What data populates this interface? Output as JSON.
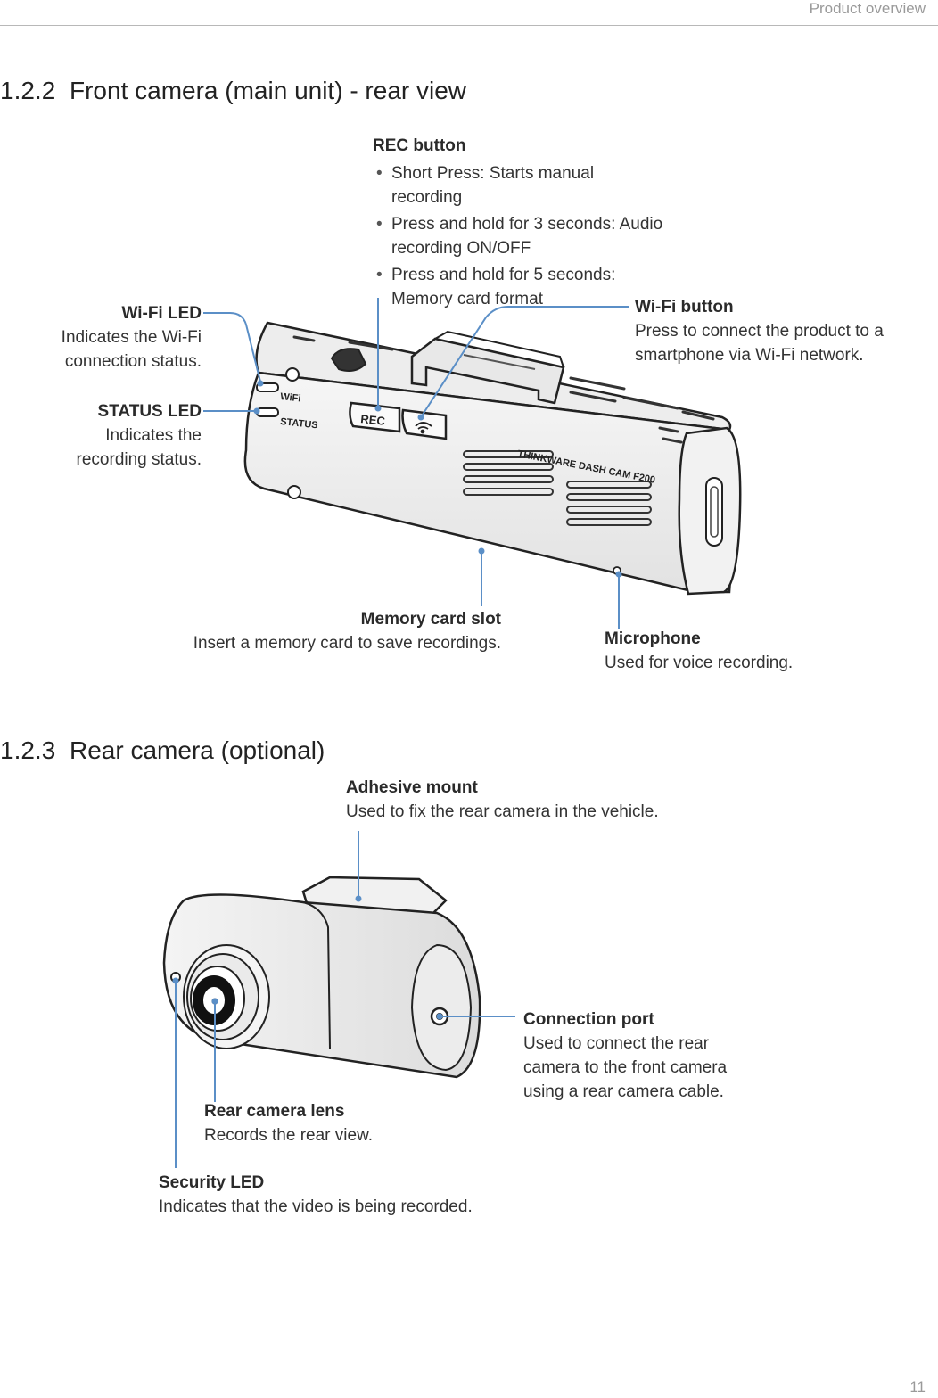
{
  "header": {
    "section": "Product overview"
  },
  "page_number": "11",
  "section_front": {
    "number": "1.2.2",
    "title": "Front camera (main unit) - rear view",
    "device_labels": {
      "wifi": "WiFi",
      "status": "STATUS",
      "rec": "REC",
      "brand": "THINKWARE DASH CAM F200"
    },
    "callouts": {
      "rec_button": {
        "title": "REC button",
        "bullets": [
          "Short Press: Starts manual recording",
          "Press and hold for 3 seconds: Audio recording ON/OFF",
          "Press and hold for 5 seconds: Memory card format"
        ]
      },
      "wifi_led": {
        "title": "Wi-Fi LED",
        "desc": [
          "Indicates the Wi-Fi",
          "connection status."
        ]
      },
      "status_led": {
        "title": "STATUS LED",
        "desc": [
          "Indicates the",
          "recording status."
        ]
      },
      "wifi_button": {
        "title": "Wi-Fi button",
        "desc": [
          "Press to connect the product to a",
          "smartphone via Wi-Fi network."
        ]
      },
      "memory_card_slot": {
        "title": "Memory card slot",
        "desc": [
          "Insert a memory card to save recordings."
        ]
      },
      "microphone": {
        "title": "Microphone",
        "desc": [
          "Used for voice recording."
        ]
      }
    }
  },
  "section_rear": {
    "number": "1.2.3",
    "title": "Rear camera (optional)",
    "callouts": {
      "adhesive_mount": {
        "title": "Adhesive mount",
        "desc": [
          "Used to fix the rear camera in the vehicle."
        ]
      },
      "connection_port": {
        "title": "Connection port",
        "desc": [
          "Used to connect the rear",
          "camera to the front camera",
          "using a rear camera cable."
        ]
      },
      "rear_lens": {
        "title": "Rear camera lens",
        "desc": [
          "Records the rear view."
        ]
      },
      "security_led": {
        "title": "Security LED",
        "desc": [
          "Indicates that the video is being recorded."
        ]
      }
    }
  },
  "colors": {
    "leader_line": "#5b8fc7",
    "text": "#333333",
    "muted": "#9a9a9a"
  }
}
